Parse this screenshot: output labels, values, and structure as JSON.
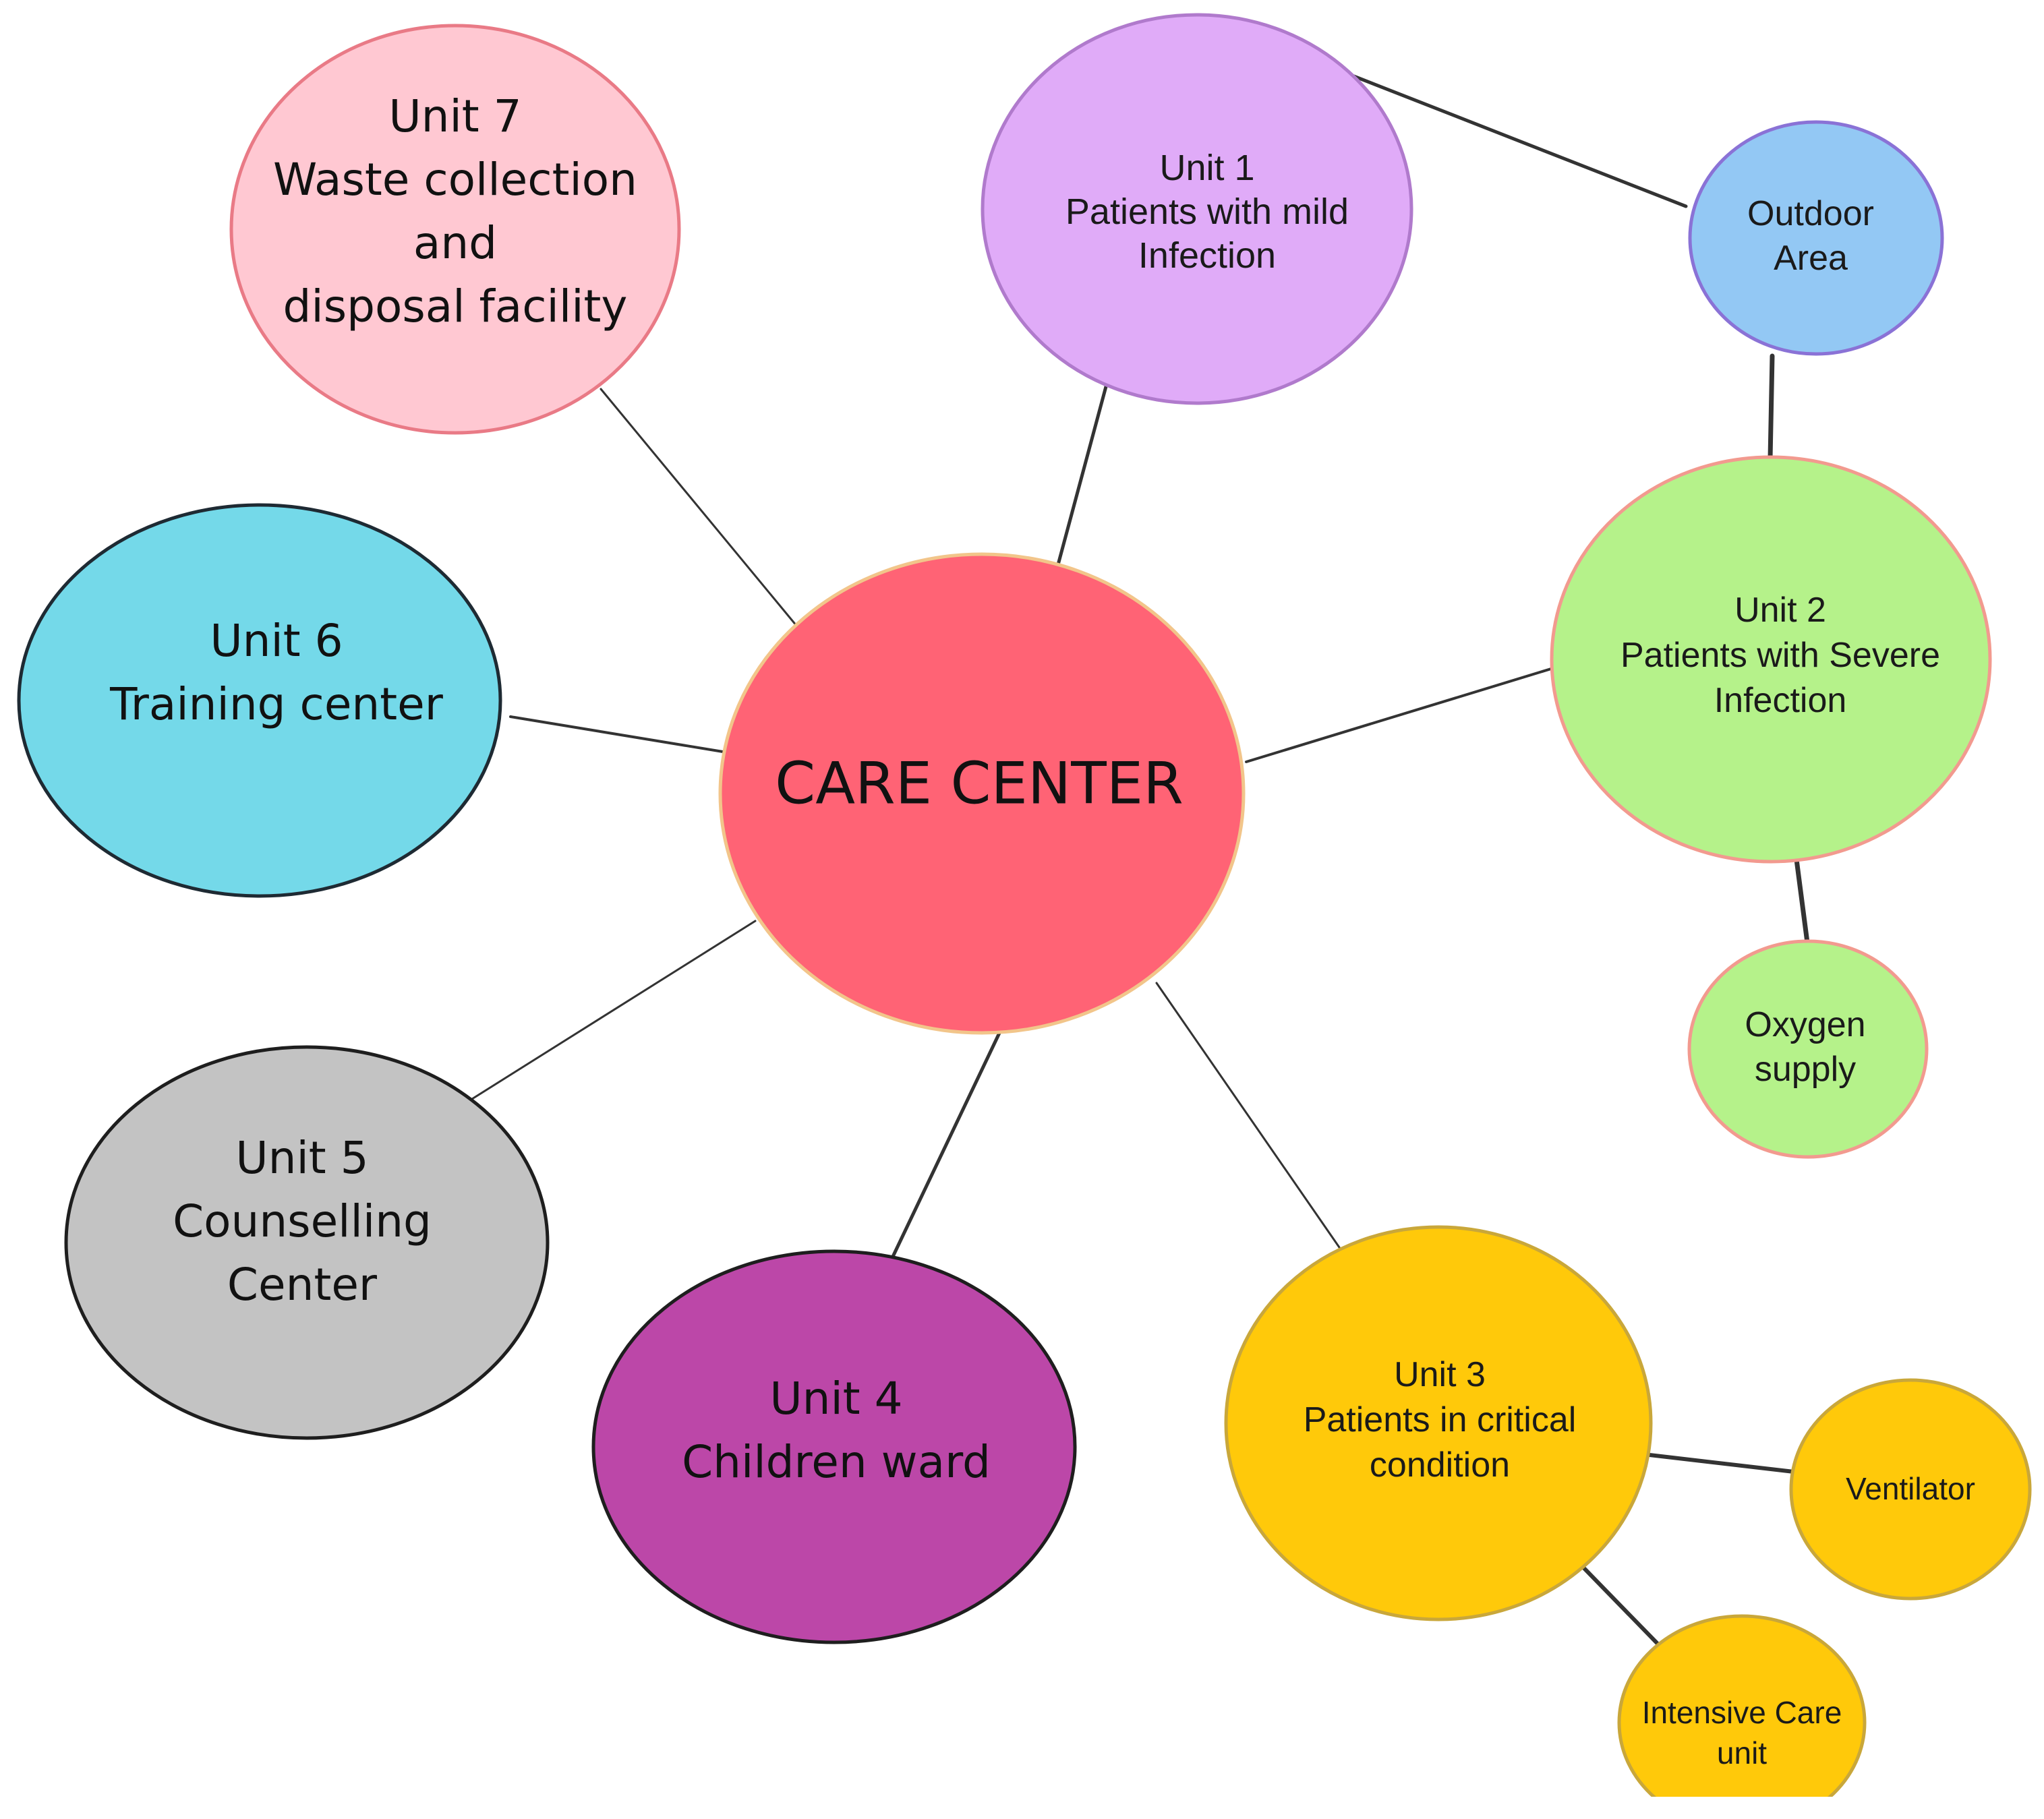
{
  "diagram": {
    "center": {
      "label": "CARE CENTER",
      "fill": "#FF6375",
      "stroke": "#F2C58A"
    },
    "units": [
      {
        "id": "unit-7",
        "lines": [
          "Unit 7",
          "Waste collection",
          "and",
          "disposal facility"
        ],
        "fill": "#FFC8D2",
        "stroke": "#E97A86"
      },
      {
        "id": "unit-1",
        "lines": [
          "Unit 1",
          "Patients with mild",
          "Infection"
        ],
        "fill": "#E0ABF8",
        "stroke": "#B07ACC"
      },
      {
        "id": "outdoor-area",
        "lines": [
          "Outdoor",
          "Area"
        ],
        "fill": "#93C8F4",
        "stroke": "#8A72D6"
      },
      {
        "id": "unit-2",
        "lines": [
          "Unit 2",
          "Patients with Severe",
          "Infection"
        ],
        "fill": "#B5F28A",
        "stroke": "#F29A8F"
      },
      {
        "id": "oxygen-supply",
        "lines": [
          "Oxygen",
          "supply"
        ],
        "fill": "#B5F28A",
        "stroke": "#F29A8F"
      },
      {
        "id": "unit-6",
        "lines": [
          "Unit 6",
          "Training center"
        ],
        "fill": "#74D9E9",
        "stroke": "#1E2A33"
      },
      {
        "id": "unit-5",
        "lines": [
          "Unit 5",
          "Counselling",
          "Center"
        ],
        "fill": "#C3C3C3",
        "stroke": "#1E1E1E"
      },
      {
        "id": "unit-4",
        "lines": [
          "Unit 4",
          "Children ward"
        ],
        "fill": "#BC47A8",
        "stroke": "#1E1E1E"
      },
      {
        "id": "unit-3",
        "lines": [
          "Unit 3",
          "Patients in critical",
          "condition"
        ],
        "fill": "#FFC90A",
        "stroke": "#C9A73A"
      },
      {
        "id": "ventilator",
        "lines": [
          "Ventilator"
        ],
        "fill": "#FFC90A",
        "stroke": "#C9A73A"
      },
      {
        "id": "intensive-care-unit",
        "lines": [
          "Intensive Care",
          "unit"
        ],
        "fill": "#FFC90A",
        "stroke": "#C9A73A"
      }
    ]
  }
}
